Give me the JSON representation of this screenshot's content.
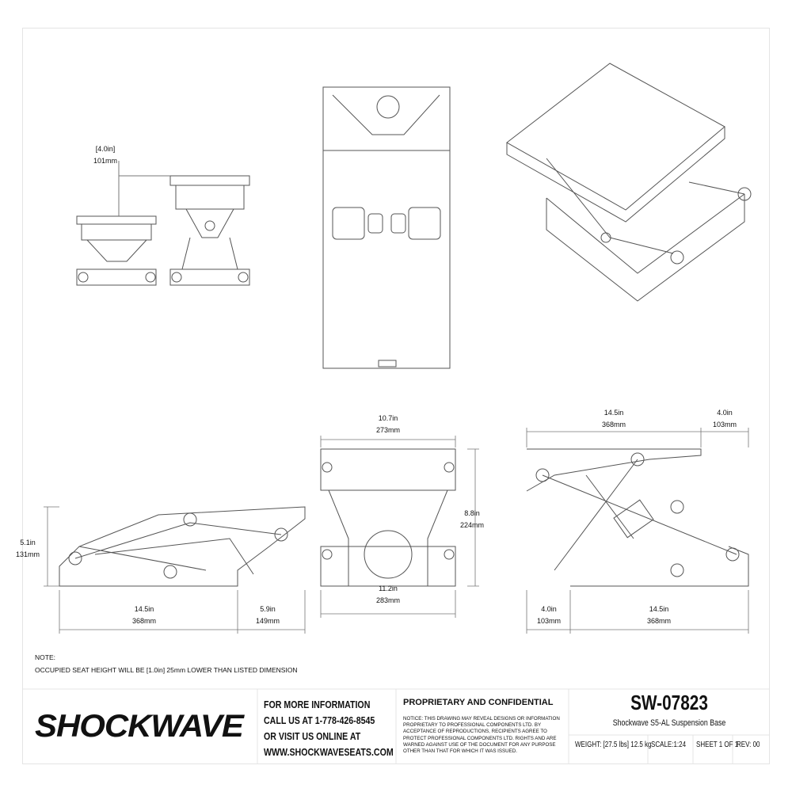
{
  "dimensions": {
    "top_left_height": {
      "in": "[4.0in]",
      "mm": "101mm"
    },
    "front_width_top": {
      "in": "10.7in",
      "mm": "273mm"
    },
    "right_length_top": {
      "in": "14.5in",
      "mm": "368mm"
    },
    "right_offset_top": {
      "in": "4.0in",
      "mm": "103mm"
    },
    "front_height": {
      "in": "8.8in",
      "mm": "224mm"
    },
    "left_height": {
      "in": "5.1in",
      "mm": "131mm"
    },
    "left_length": {
      "in": "14.5in",
      "mm": "368mm"
    },
    "left_offset": {
      "in": "5.9in",
      "mm": "149mm"
    },
    "front_width_bottom": {
      "in": "11.2in",
      "mm": "283mm"
    },
    "right_offset_bottom": {
      "in": "4.0in",
      "mm": "103mm"
    },
    "right_length_bottom": {
      "in": "14.5in",
      "mm": "368mm"
    }
  },
  "note": {
    "label": "NOTE:",
    "text": "OCCUPIED SEAT HEIGHT WILL BE [1.0in] 25mm LOWER THAN LISTED DIMENSION"
  },
  "title_block": {
    "logo": "SHOCKWAVE",
    "info": [
      "FOR MORE INFORMATION",
      "CALL US AT 1-778-426-8545",
      "OR VISIT US ONLINE AT",
      "WWW.SHOCKWAVESEATS.COM"
    ],
    "proprietary_title": "PROPRIETARY AND CONFIDENTIAL",
    "proprietary_text": "NOTICE: THIS DRAWING MAY REVEAL DESIGNS OR INFORMATION PROPRIETARY TO PROFESSIONAL COMPONENTS LTD.  BY ACCEPTANCE OF REPRODUCTIONS, RECIPIENTS AGREE TO PROTECT PROFESSIONAL COMPONENTS LTD. RIGHTS AND ARE WARNED AGAINST USE OF THE DOCUMENT FOR ANY PURPOSE OTHER THAN THAT FOR WHICH IT WAS ISSUED.",
    "part_number": "SW-07823",
    "part_name": "Shockwave S5-AL Suspension Base",
    "weight": "WEIGHT: [27.5 lbs] 12.5 kg",
    "scale": "SCALE:1:24",
    "sheet": "SHEET 1 OF 1",
    "rev": "REV: 00"
  }
}
